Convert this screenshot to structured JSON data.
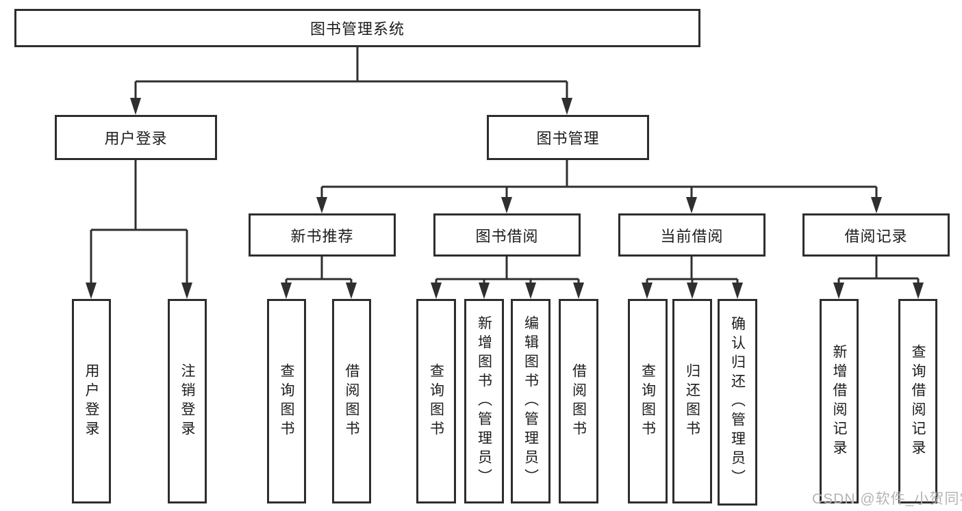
{
  "diagram": {
    "root": {
      "label": "图书管理系统"
    },
    "branches": [
      {
        "label": "用户登录",
        "children": [
          {
            "label": "用户登录"
          },
          {
            "label": "注销登录"
          }
        ]
      },
      {
        "label": "图书管理",
        "groups": [
          {
            "label": "新书推荐",
            "children": [
              {
                "label": "查询图书"
              },
              {
                "label": "借阅图书"
              }
            ]
          },
          {
            "label": "图书借阅",
            "children": [
              {
                "label": "查询图书"
              },
              {
                "label": "新增图书（管理员）"
              },
              {
                "label": "编辑图书（管理员）"
              },
              {
                "label": "借阅图书"
              }
            ]
          },
          {
            "label": "当前借阅",
            "children": [
              {
                "label": "查询图书"
              },
              {
                "label": "归还图书"
              },
              {
                "label": "确认归还（管理员）"
              }
            ]
          },
          {
            "label": "借阅记录",
            "children": [
              {
                "label": "新增借阅记录"
              },
              {
                "label": "查询借阅记录"
              }
            ]
          }
        ]
      }
    ]
  },
  "watermark": {
    "text": "CSDN @软件_小贺同学"
  },
  "colors": {
    "line": "#2f2f2f",
    "box_border": "#2d2d2d",
    "text": "#1c1c1c",
    "watermark_text": "#b4b4b4",
    "background": "#ffffff"
  }
}
